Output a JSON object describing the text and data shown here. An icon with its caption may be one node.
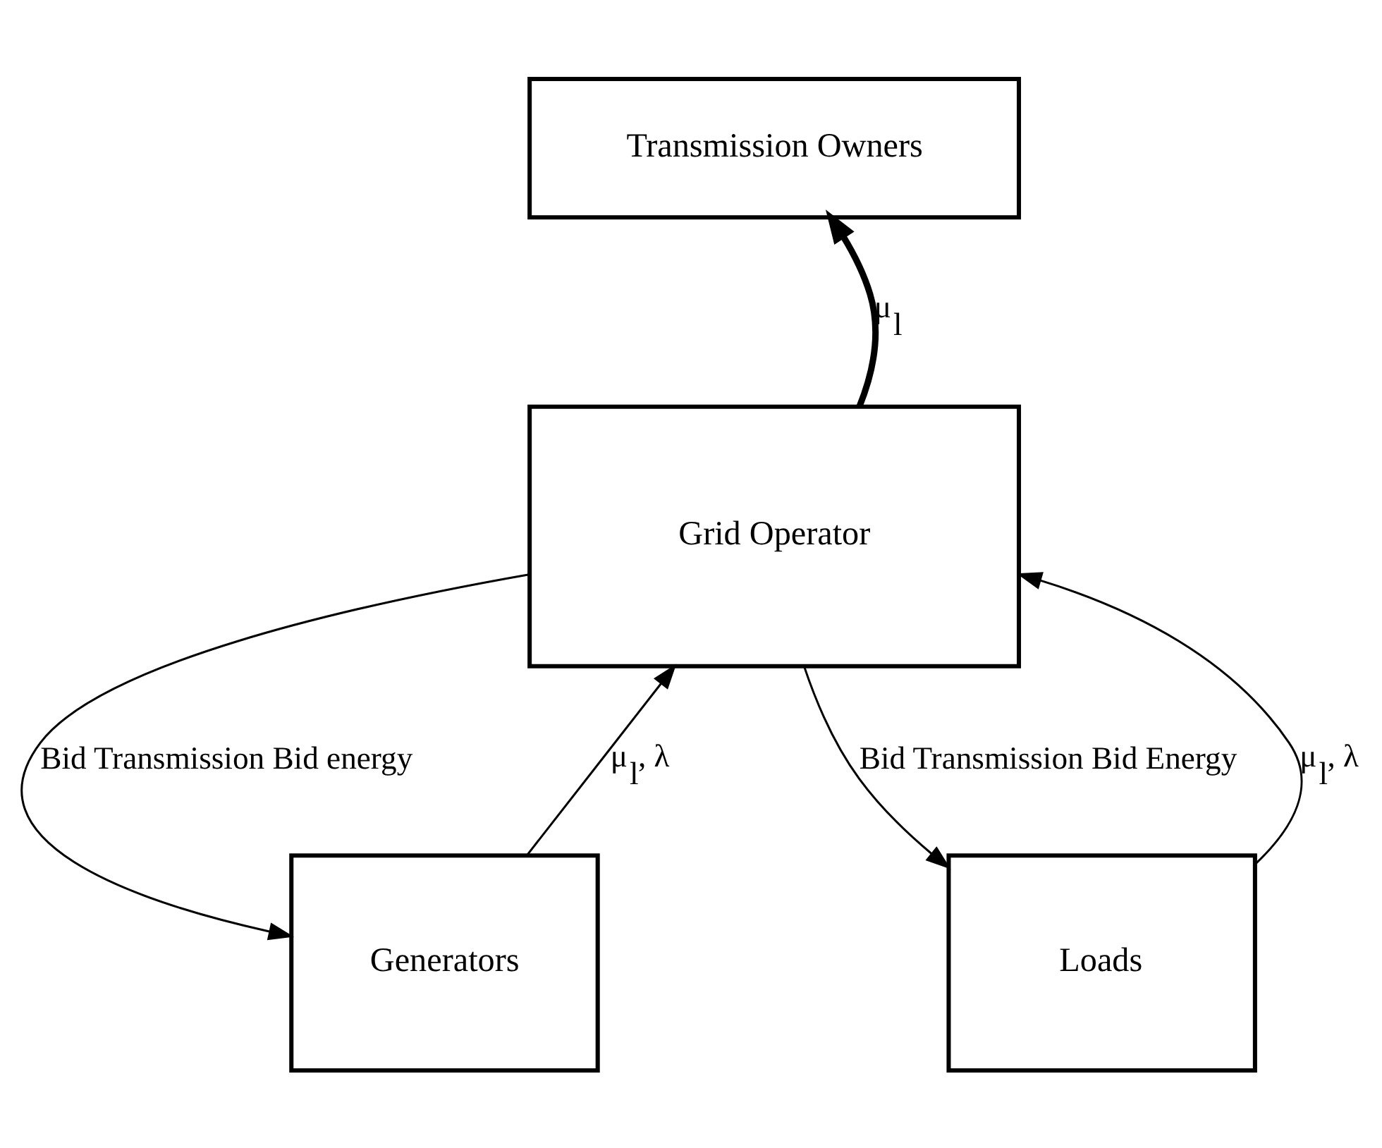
{
  "diagram": {
    "nodes": [
      {
        "text": [
          "Transmission Owners"
        ]
      },
      {
        "text": [
          "Grid Operator"
        ]
      },
      {
        "text": [
          "Generators"
        ]
      },
      {
        "text": [
          "Loads"
        ]
      }
    ],
    "edges": [
      {
        "from": 1,
        "to": 0,
        "arrow": "to",
        "label": "μ$_{l}$",
        "style": "thick"
      },
      {
        "from": 1,
        "to": 2,
        "arrow": "to",
        "label": "Bid Transmission Bid energy"
      },
      {
        "from": 2,
        "to": 1,
        "arrow": "to",
        "label": "μ$_{l}$, λ"
      },
      {
        "from": 3,
        "to": 1,
        "arrow": "to",
        "label": "μ$_{l}$, λ"
      },
      {
        "from": 1,
        "to": 3,
        "arrow": "to",
        "label": "Bid Transmission Bid Energy"
      }
    ]
  }
}
